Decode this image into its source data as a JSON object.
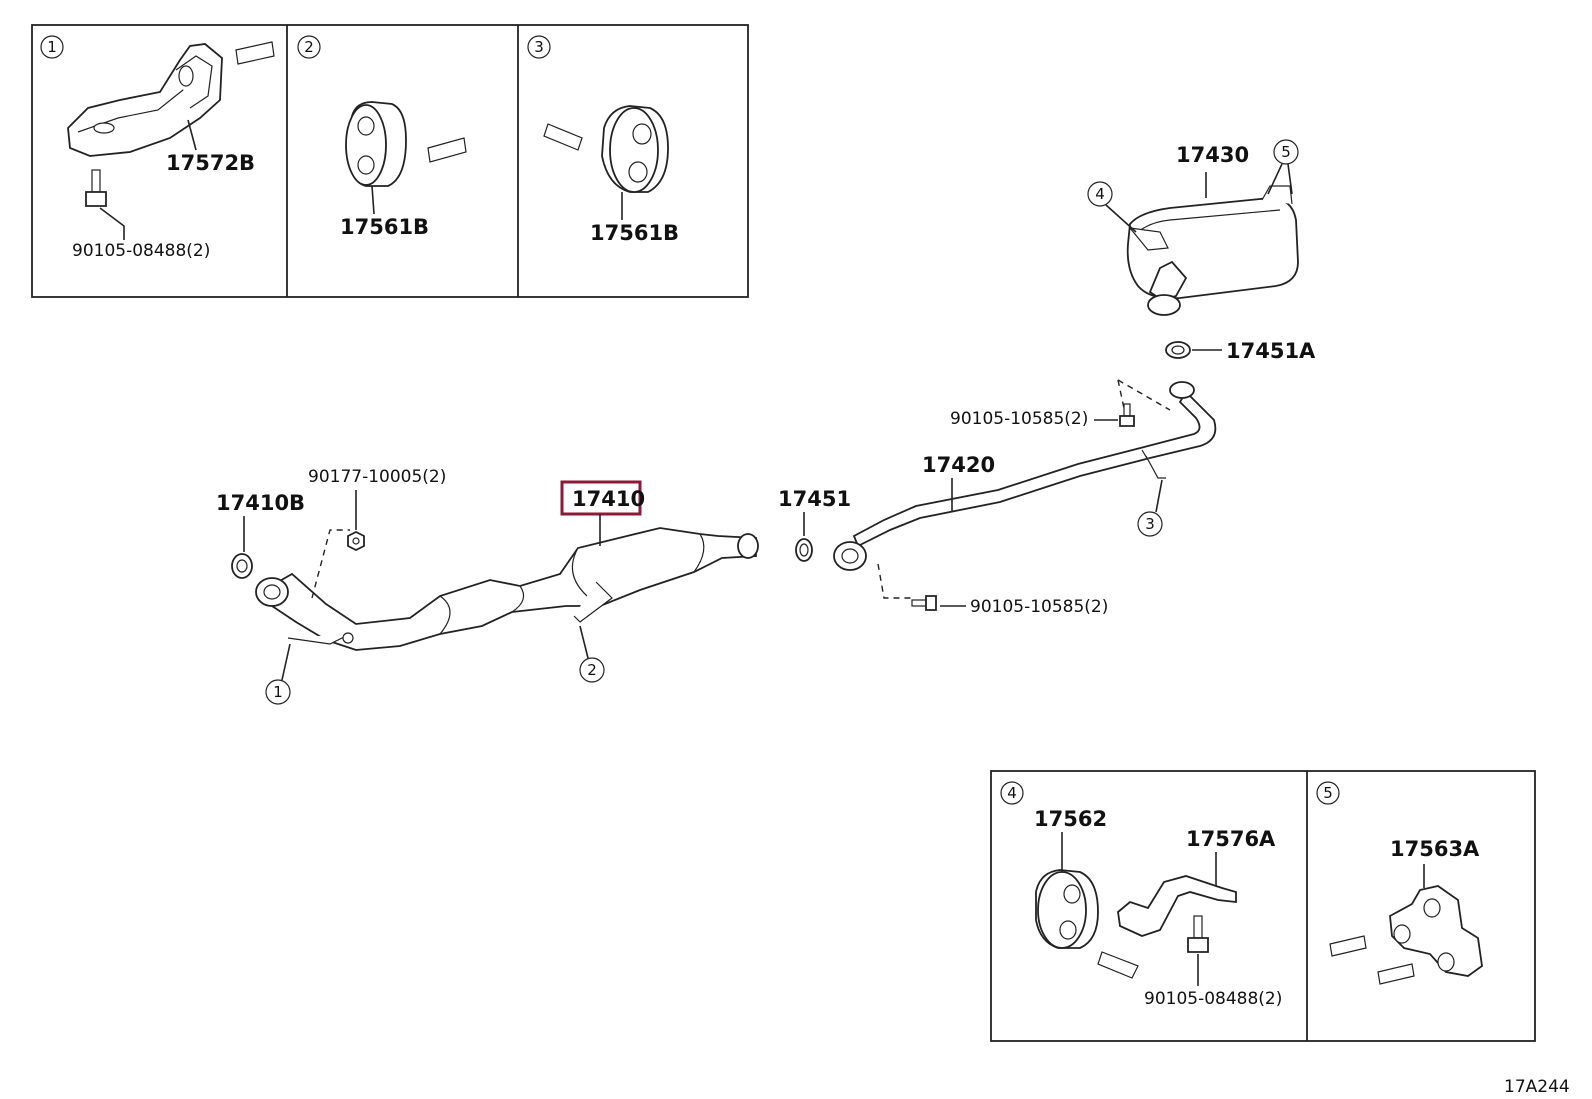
{
  "inset_top": {
    "panels": [
      {
        "callout": "1",
        "parts": [
          "17572B",
          "90105-08488(2)"
        ]
      },
      {
        "callout": "2",
        "parts": [
          "17561B"
        ]
      },
      {
        "callout": "3",
        "parts": [
          "17561B"
        ]
      }
    ]
  },
  "main": {
    "labels": {
      "muffler": "17430",
      "gasket_muffler": "17451A",
      "bolt_tail": "90105-10585(2)",
      "center_pipe": "17420",
      "gasket_center": "17451",
      "front_pipe": "17410",
      "gasket_front": "17410B",
      "nut": "90177-10005(2)",
      "bolt_front": "90105-10585(2)"
    },
    "highlighted_part": "17410",
    "highlight_color": "#8b1a3a",
    "callouts": [
      "1",
      "2",
      "3",
      "4",
      "5"
    ]
  },
  "inset_bottom": {
    "panels": [
      {
        "callout": "4",
        "parts": [
          "17562",
          "17576A",
          "90105-08488(2)"
        ]
      },
      {
        "callout": "5",
        "parts": [
          "17563A"
        ]
      }
    ]
  },
  "figure_code": "17A244"
}
